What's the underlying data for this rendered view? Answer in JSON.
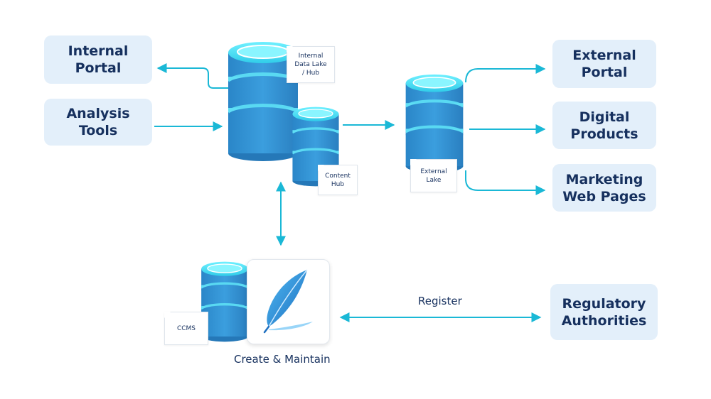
{
  "boxes": {
    "internal_portal": "Internal\nPortal",
    "analysis_tools": "Analysis\nTools",
    "external_portal": "External\nPortal",
    "digital_products": "Digital\nProducts",
    "marketing_web_pages": "Marketing\nWeb Pages",
    "regulatory_authorities": "Regulatory\nAuthorities"
  },
  "tags": {
    "internal_data_lake": "Internal\nData Lake\n/ Hub",
    "content_hub": "Content\nHub",
    "external_lake": "External\nLake",
    "ccms": "CCMS"
  },
  "labels": {
    "register": "Register",
    "create_maintain": "Create & Maintain"
  },
  "icons": [
    "database-icon",
    "quill-icon"
  ],
  "colors": {
    "arrow": "#1ab8d6",
    "box_bg": "#e3effa",
    "text": "#16305e",
    "db_body": "#2f8fd0",
    "db_band": "#4fd6f0"
  }
}
